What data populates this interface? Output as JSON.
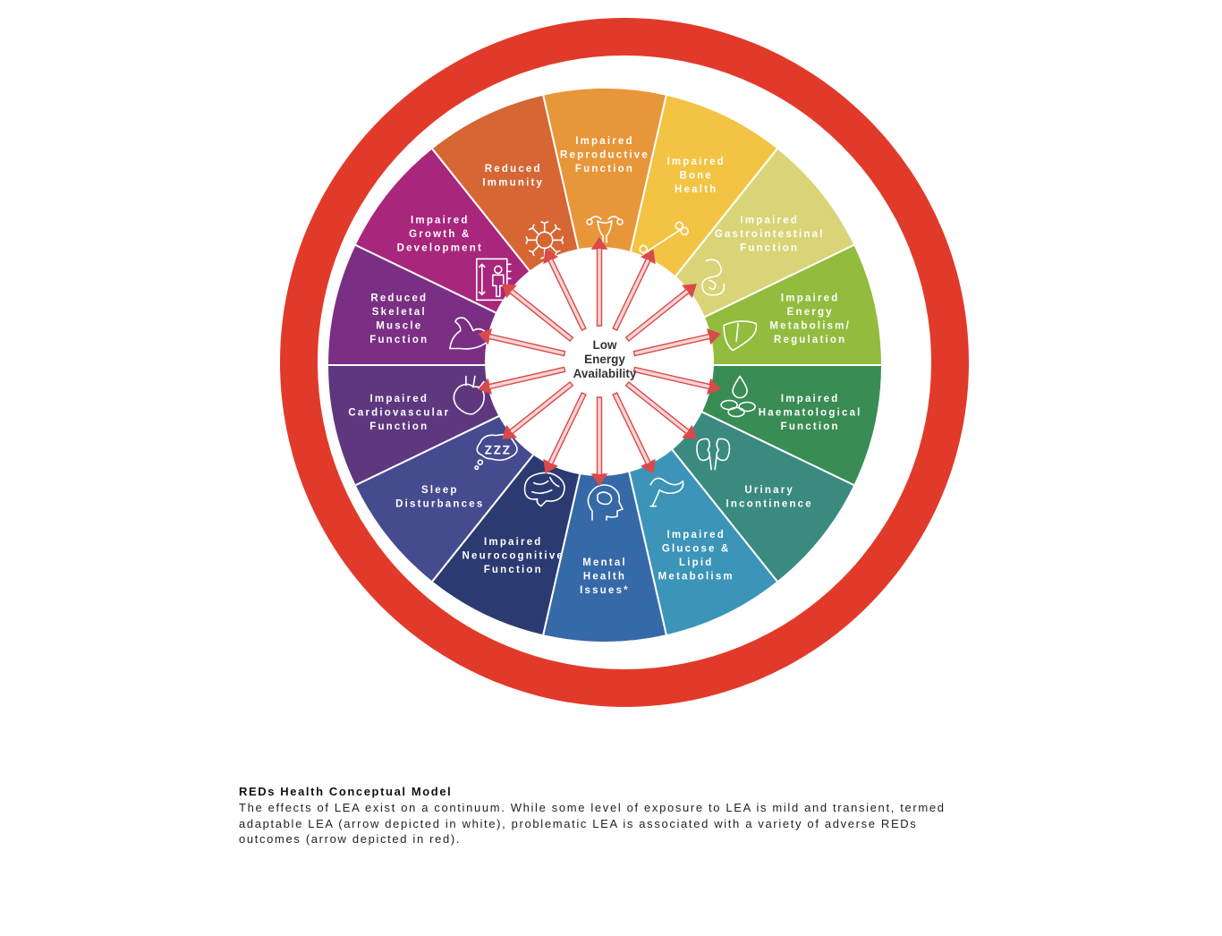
{
  "title": "REDs: Relative Energy Deficiency in Sport",
  "center_label": [
    "Low",
    "Energy",
    "Availability"
  ],
  "segments": [
    {
      "lines": [
        "Impaired",
        "Reproductive",
        "Function"
      ],
      "color": "#E8963A",
      "icon": "uterus-icon"
    },
    {
      "lines": [
        "Impaired",
        "Bone",
        "Health"
      ],
      "color": "#F3C343",
      "icon": "bone-icon"
    },
    {
      "lines": [
        "Impaired",
        "Gastrointestinal",
        "Function"
      ],
      "color": "#D9D477",
      "icon": "intestine-icon"
    },
    {
      "lines": [
        "Impaired",
        "Energy",
        "Metabolism/",
        "Regulation"
      ],
      "color": "#93BC3F",
      "icon": "liver-icon"
    },
    {
      "lines": [
        "Impaired",
        "Haematological",
        "Function"
      ],
      "color": "#3A8C55",
      "icon": "blood-cells-icon"
    },
    {
      "lines": [
        "Urinary",
        "Incontinence"
      ],
      "color": "#3A8A80",
      "icon": "kidney-icon"
    },
    {
      "lines": [
        "Impaired",
        "Glucose &",
        "Lipid",
        "Metabolism"
      ],
      "color": "#3C94B8",
      "icon": "pancreas-icon"
    },
    {
      "lines": [
        "Mental",
        "Health",
        "Issues*"
      ],
      "color": "#3669A8",
      "icon": "head-brain-icon"
    },
    {
      "lines": [
        "Impaired",
        "Neurocognitive",
        "Function"
      ],
      "color": "#2B3A70",
      "icon": "brain-icon"
    },
    {
      "lines": [
        "Sleep",
        "Disturbances"
      ],
      "color": "#464B8F",
      "icon": "sleep-bubble-icon"
    },
    {
      "lines": [
        "Impaired",
        "Cardiovascular",
        "Function"
      ],
      "color": "#5E377F",
      "icon": "heart-icon"
    },
    {
      "lines": [
        "Reduced",
        "Skeletal",
        "Muscle",
        "Function"
      ],
      "color": "#7B2F84",
      "icon": "flexed-arm-icon"
    },
    {
      "lines": [
        "Impaired",
        "Growth &",
        "Development"
      ],
      "color": "#A8267C",
      "icon": "height-measure-icon"
    },
    {
      "lines": [
        "Reduced",
        "Immunity"
      ],
      "color": "#D66634",
      "icon": "immune-cell-icon"
    }
  ],
  "colors": {
    "ring": "#E23A2A",
    "arrow": "#D94A4A",
    "center": "#ffffff"
  },
  "caption": {
    "title": "REDs Health Conceptual Model",
    "body": "The effects of LEA exist on a continuum. While some level of exposure to LEA is mild and transient, termed adaptable LEA (arrow depicted in white), problematic LEA is associated with a variety of adverse REDs outcomes (arrow depicted in red)."
  }
}
